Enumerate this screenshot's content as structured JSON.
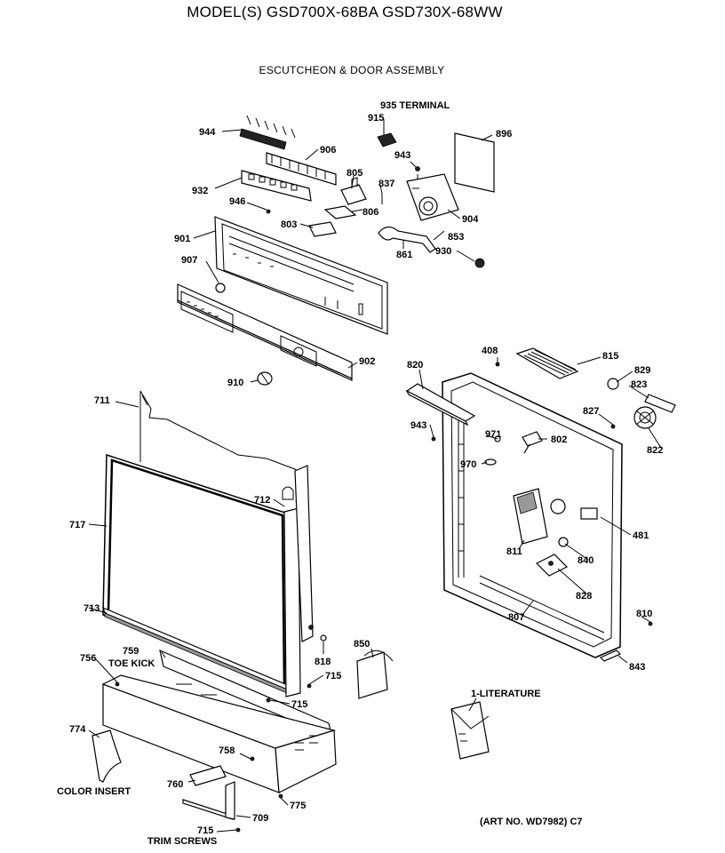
{
  "header": {
    "model_title": "MODEL(S) GSD700X-68BA  GSD730X-68WW",
    "diagram_title": "ESCUTCHEON & DOOR ASSEMBLY"
  },
  "footer": {
    "art_no": "(ART NO. WD7982) C7"
  },
  "callouts": [
    {
      "id": "c944",
      "text": "944"
    },
    {
      "id": "c935",
      "text": "935 TERMINAL"
    },
    {
      "id": "c915",
      "text": "915"
    },
    {
      "id": "c896",
      "text": "896"
    },
    {
      "id": "c906",
      "text": "906"
    },
    {
      "id": "c943a",
      "text": "943"
    },
    {
      "id": "c805",
      "text": "805"
    },
    {
      "id": "c837",
      "text": "837"
    },
    {
      "id": "c932",
      "text": "932"
    },
    {
      "id": "c946",
      "text": "946"
    },
    {
      "id": "c806",
      "text": "806"
    },
    {
      "id": "c803",
      "text": "803"
    },
    {
      "id": "c904",
      "text": "904"
    },
    {
      "id": "c901",
      "text": "901"
    },
    {
      "id": "c853",
      "text": "853"
    },
    {
      "id": "c861",
      "text": "861"
    },
    {
      "id": "c930",
      "text": "930"
    },
    {
      "id": "c907",
      "text": "907"
    },
    {
      "id": "c408",
      "text": "408"
    },
    {
      "id": "c815",
      "text": "815"
    },
    {
      "id": "c902",
      "text": "902"
    },
    {
      "id": "c820",
      "text": "820"
    },
    {
      "id": "c829",
      "text": "829"
    },
    {
      "id": "c910",
      "text": "910"
    },
    {
      "id": "c823",
      "text": "823"
    },
    {
      "id": "c711",
      "text": "711"
    },
    {
      "id": "c827",
      "text": "827"
    },
    {
      "id": "c943b",
      "text": "943"
    },
    {
      "id": "c971",
      "text": "971"
    },
    {
      "id": "c802",
      "text": "802"
    },
    {
      "id": "c822",
      "text": "822"
    },
    {
      "id": "c970",
      "text": "970"
    },
    {
      "id": "c712",
      "text": "712"
    },
    {
      "id": "c717",
      "text": "717"
    },
    {
      "id": "c481",
      "text": "481"
    },
    {
      "id": "c811",
      "text": "811"
    },
    {
      "id": "c840",
      "text": "840"
    },
    {
      "id": "c828",
      "text": "828"
    },
    {
      "id": "c713",
      "text": "713"
    },
    {
      "id": "c807",
      "text": "807"
    },
    {
      "id": "c810",
      "text": "810"
    },
    {
      "id": "c850",
      "text": "850"
    },
    {
      "id": "c818",
      "text": "818"
    },
    {
      "id": "c756",
      "text": "756"
    },
    {
      "id": "c759",
      "text": "759"
    },
    {
      "id": "c843",
      "text": "843"
    },
    {
      "id": "ctoekick",
      "text": "TOE KICK"
    },
    {
      "id": "c715a",
      "text": "715"
    },
    {
      "id": "c715b",
      "text": "715"
    },
    {
      "id": "clit",
      "text": "1-LITERATURE"
    },
    {
      "id": "c774",
      "text": "774"
    },
    {
      "id": "c758",
      "text": "758"
    },
    {
      "id": "c760",
      "text": "760"
    },
    {
      "id": "ccolor",
      "text": "COLOR INSERT"
    },
    {
      "id": "c775",
      "text": "775"
    },
    {
      "id": "c709",
      "text": "709"
    },
    {
      "id": "c715c",
      "text": "715"
    },
    {
      "id": "ctrim",
      "text": "TRIM SCREWS"
    }
  ]
}
